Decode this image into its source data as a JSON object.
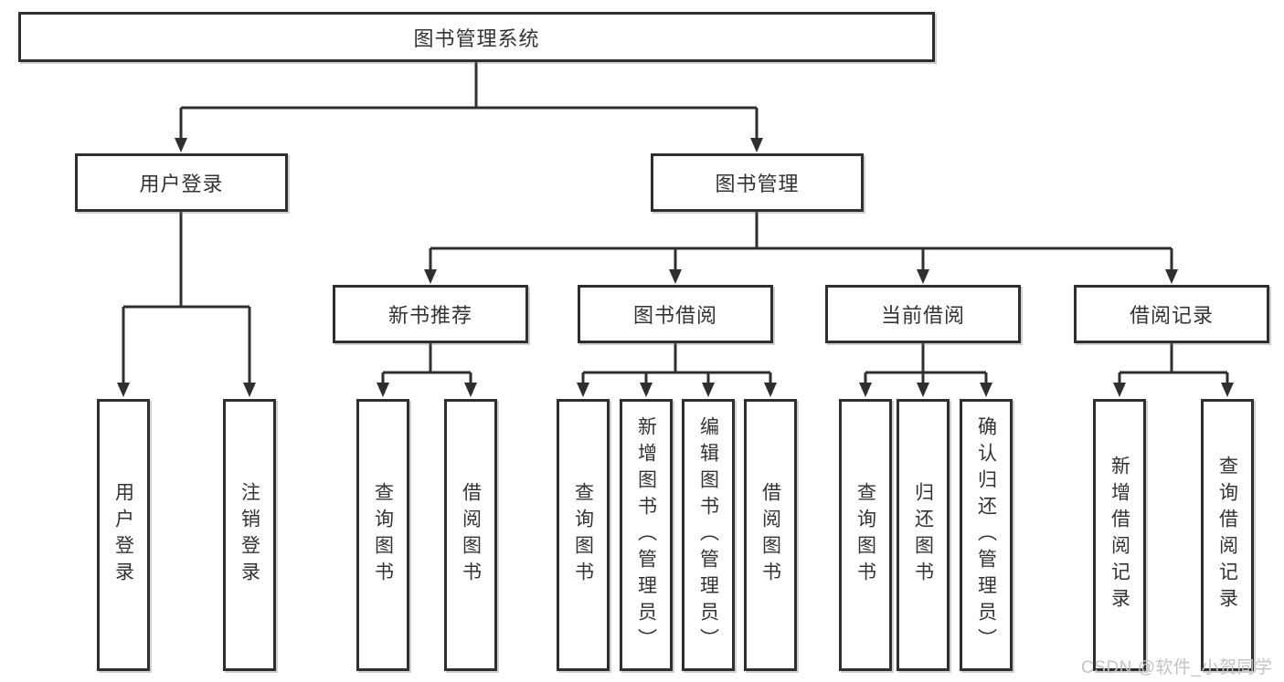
{
  "tree": {
    "root": "图书管理系统",
    "level2": [
      {
        "label": "用户登录",
        "leaves": [
          "用户登录",
          "注销登录"
        ]
      },
      {
        "label": "图书管理",
        "groups": [
          {
            "label": "新书推荐",
            "leaves": [
              "查询图书",
              "借阅图书"
            ]
          },
          {
            "label": "图书借阅",
            "leaves": [
              "查询图书",
              "新增图书（管理员）",
              "编辑图书（管理员）",
              "借阅图书"
            ]
          },
          {
            "label": "当前借阅",
            "leaves": [
              "查询图书",
              "归还图书",
              "确认归还（管理员）"
            ]
          },
          {
            "label": "借阅记录",
            "leaves": [
              "新增借阅记录",
              "查询借阅记录"
            ]
          }
        ]
      }
    ]
  },
  "watermark": "CSDN @软件_小贺同学",
  "colors": {
    "line": "#2f2f2f",
    "text": "#333333",
    "watermark": "#c3c3c3",
    "bg": "#ffffff"
  }
}
